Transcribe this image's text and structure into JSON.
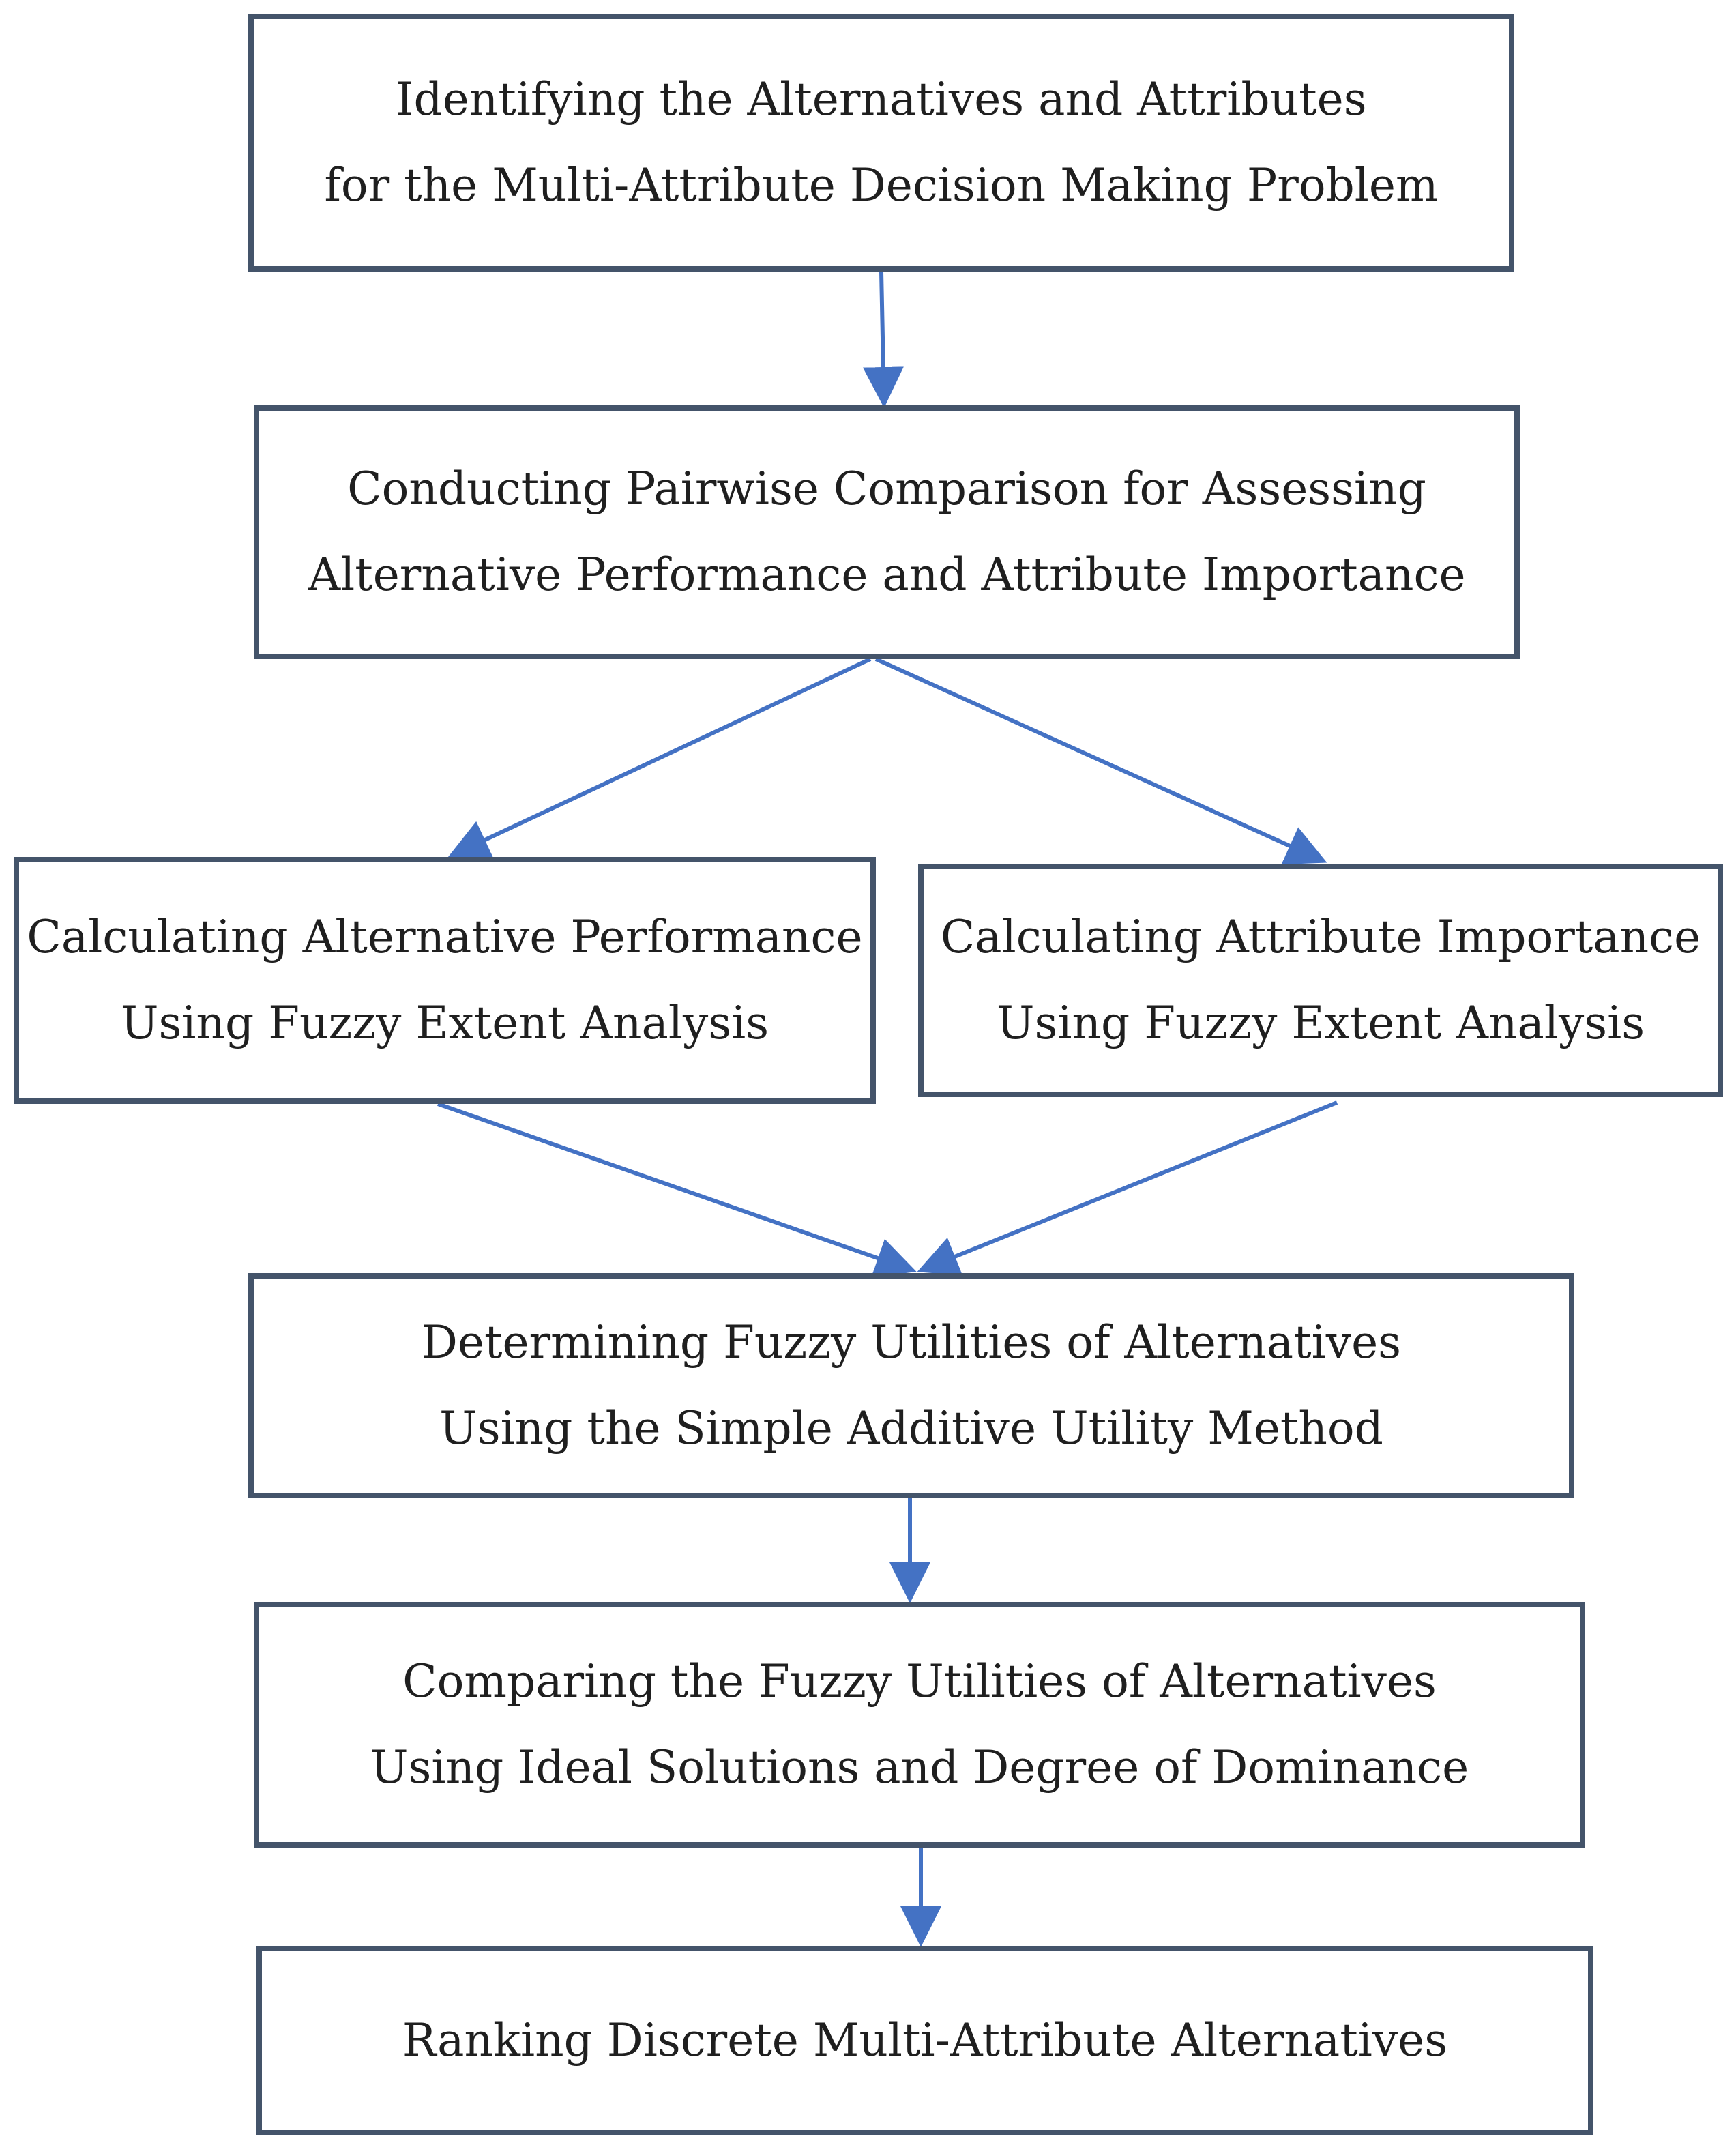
{
  "diagram": {
    "colors": {
      "box_border": "#44546A",
      "arrow": "#4472C4",
      "text": "#1f1f1f"
    },
    "steps": [
      {
        "id": "identify",
        "lines": [
          "Identifying the Alternatives and Attributes",
          "for the Multi-Attribute Decision Making Problem"
        ]
      },
      {
        "id": "pairwise",
        "lines": [
          "Conducting Pairwise Comparison for Assessing",
          "Alternative Performance and Attribute Importance"
        ]
      },
      {
        "id": "alt-performance",
        "lines": [
          "Calculating Alternative Performance",
          "Using Fuzzy Extent Analysis"
        ]
      },
      {
        "id": "attr-importance",
        "lines": [
          "Calculating Attribute Importance",
          "Using Fuzzy Extent Analysis"
        ]
      },
      {
        "id": "fuzzy-utilities",
        "lines": [
          "Determining Fuzzy Utilities of Alternatives",
          "Using the Simple Additive Utility Method"
        ]
      },
      {
        "id": "compare",
        "lines": [
          "Comparing the Fuzzy Utilities of Alternatives",
          "Using Ideal Solutions and Degree of Dominance"
        ]
      },
      {
        "id": "rank",
        "lines": [
          "Ranking Discrete Multi-Attribute Alternatives"
        ]
      }
    ],
    "connections": [
      {
        "from": "identify",
        "to": "pairwise"
      },
      {
        "from": "pairwise",
        "to": "alt-performance"
      },
      {
        "from": "pairwise",
        "to": "attr-importance"
      },
      {
        "from": "alt-performance",
        "to": "fuzzy-utilities"
      },
      {
        "from": "attr-importance",
        "to": "fuzzy-utilities"
      },
      {
        "from": "fuzzy-utilities",
        "to": "compare"
      },
      {
        "from": "compare",
        "to": "rank"
      }
    ]
  }
}
